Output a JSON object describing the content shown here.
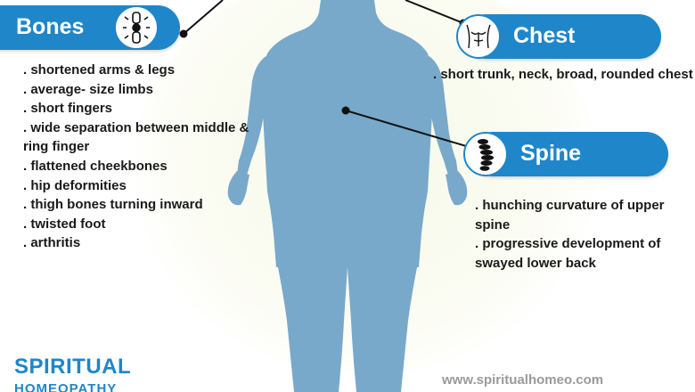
{
  "callouts": {
    "bones": {
      "title": "Bones",
      "icon": "knee-joint-icon",
      "items": [
        ". shortened arms & legs",
        ". average- size limbs",
        ". short fingers",
        ". wide separation between middle & ring finger",
        ". flattened cheekbones",
        ". hip deformities",
        ". thigh bones turning inward",
        ". twisted foot",
        ". arthritis"
      ]
    },
    "chest": {
      "title": "Chest",
      "icon": "torso-icon",
      "items": [
        ". short trunk, neck, broad, rounded chest"
      ]
    },
    "spine": {
      "title": "Spine",
      "icon": "vertebrae-icon",
      "items": [
        ". hunching curvature of upper spine",
        ". progressive development of swayed lower back"
      ]
    }
  },
  "brand": {
    "name": "SPIRITUAL",
    "subname": "HOMEOPATHY",
    "website": "www.spiritualhomeo.com"
  },
  "colors": {
    "accent": "#1f86c9",
    "figure": "#78a9cb",
    "text": "#1a1a1a"
  }
}
